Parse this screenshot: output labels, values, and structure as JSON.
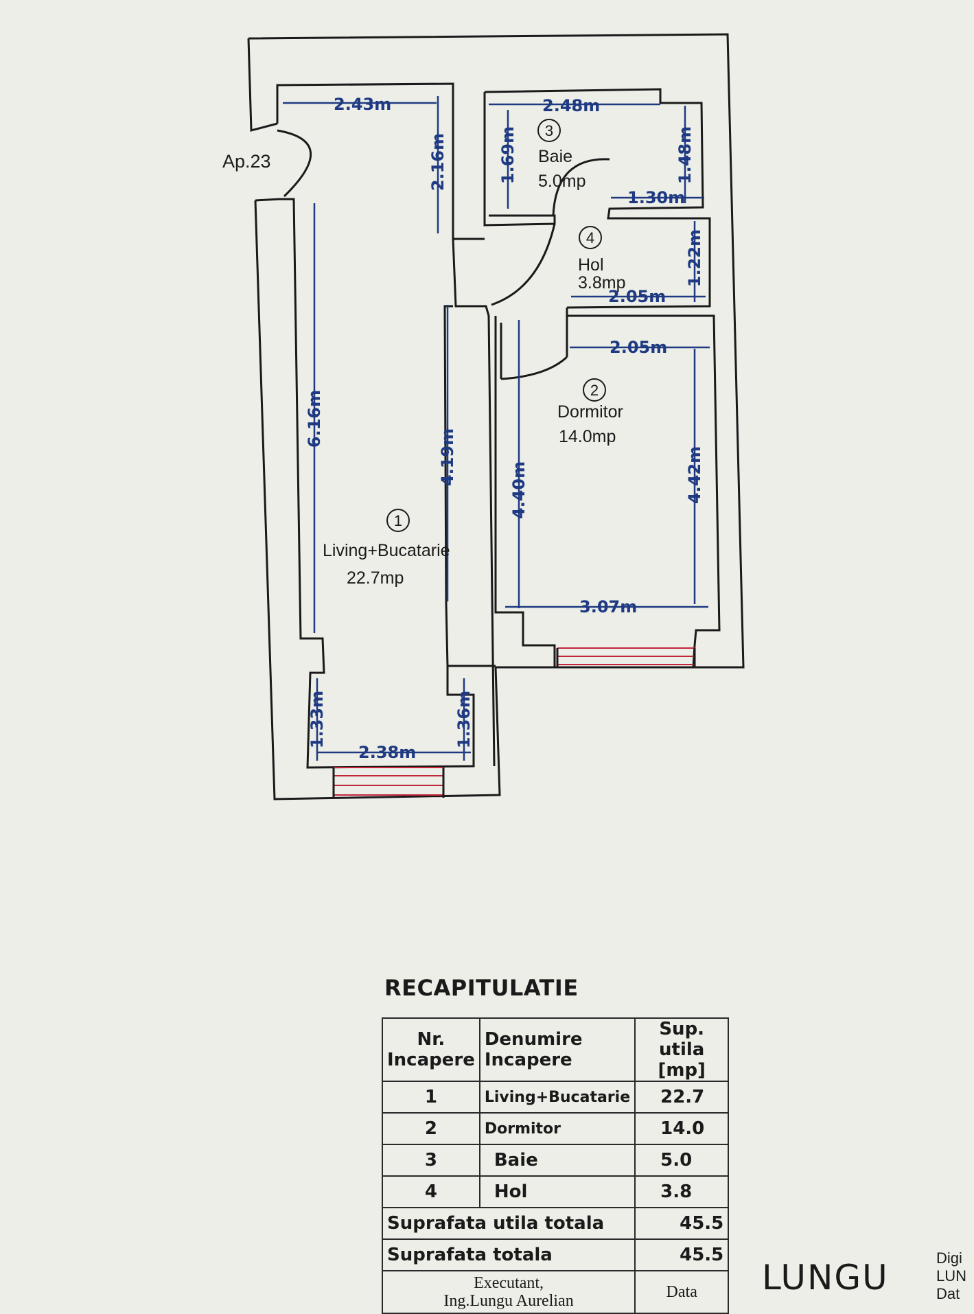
{
  "apartment_label": "Ap.23",
  "rooms": [
    {
      "number": "1",
      "name": "Living+Bucatarie",
      "area": "22.7mp"
    },
    {
      "number": "2",
      "name": "Dormitor",
      "area": "14.0mp"
    },
    {
      "number": "3",
      "name": "Baie",
      "area": "5.0mp"
    },
    {
      "number": "4",
      "name": "Hol",
      "area": "3.8mp"
    }
  ],
  "dimensions": {
    "living_top_width": "2.43m",
    "living_top_depth": "2.16m",
    "living_length": "6.16m",
    "living_wall_length": "4.19m",
    "living_bottom_width": "2.38m",
    "living_bottom_left": "1.33m",
    "living_bottom_right": "1.36m",
    "bath_width": "2.48m",
    "bath_left_depth": "1.69m",
    "bath_right_depth": "1.48m",
    "bath_inner_width": "1.30m",
    "hall_depth": "1.22m",
    "hall_width": "2.05m",
    "bedroom_top_width": "2.05m",
    "bedroom_left_length": "4.40m",
    "bedroom_right_length": "4.42m",
    "bedroom_bottom_width": "3.07m"
  },
  "recap": {
    "title": "RECAPITULATIE",
    "headers": [
      "Nr. Incapere",
      "Denumire Incapere",
      "Sup. utila [mp]"
    ],
    "rows": [
      [
        "1",
        "Living+Bucatarie",
        "22.7"
      ],
      [
        "2",
        "Dormitor",
        "14.0"
      ],
      [
        "3",
        "Baie",
        "5.0"
      ],
      [
        "4",
        "Hol",
        "3.8"
      ]
    ],
    "total_useful_label": "Suprafata utila totala",
    "total_useful_value": "45.5",
    "total_label": "Suprafata totala",
    "total_value": "45.5",
    "executant_label": "Executant,",
    "executant_name": "Ing.Lungu Aurelian",
    "date_label": "Data"
  },
  "stamp": {
    "name": "LUNGU",
    "side_lines": [
      "Digi",
      "LUN",
      "Dat"
    ]
  }
}
